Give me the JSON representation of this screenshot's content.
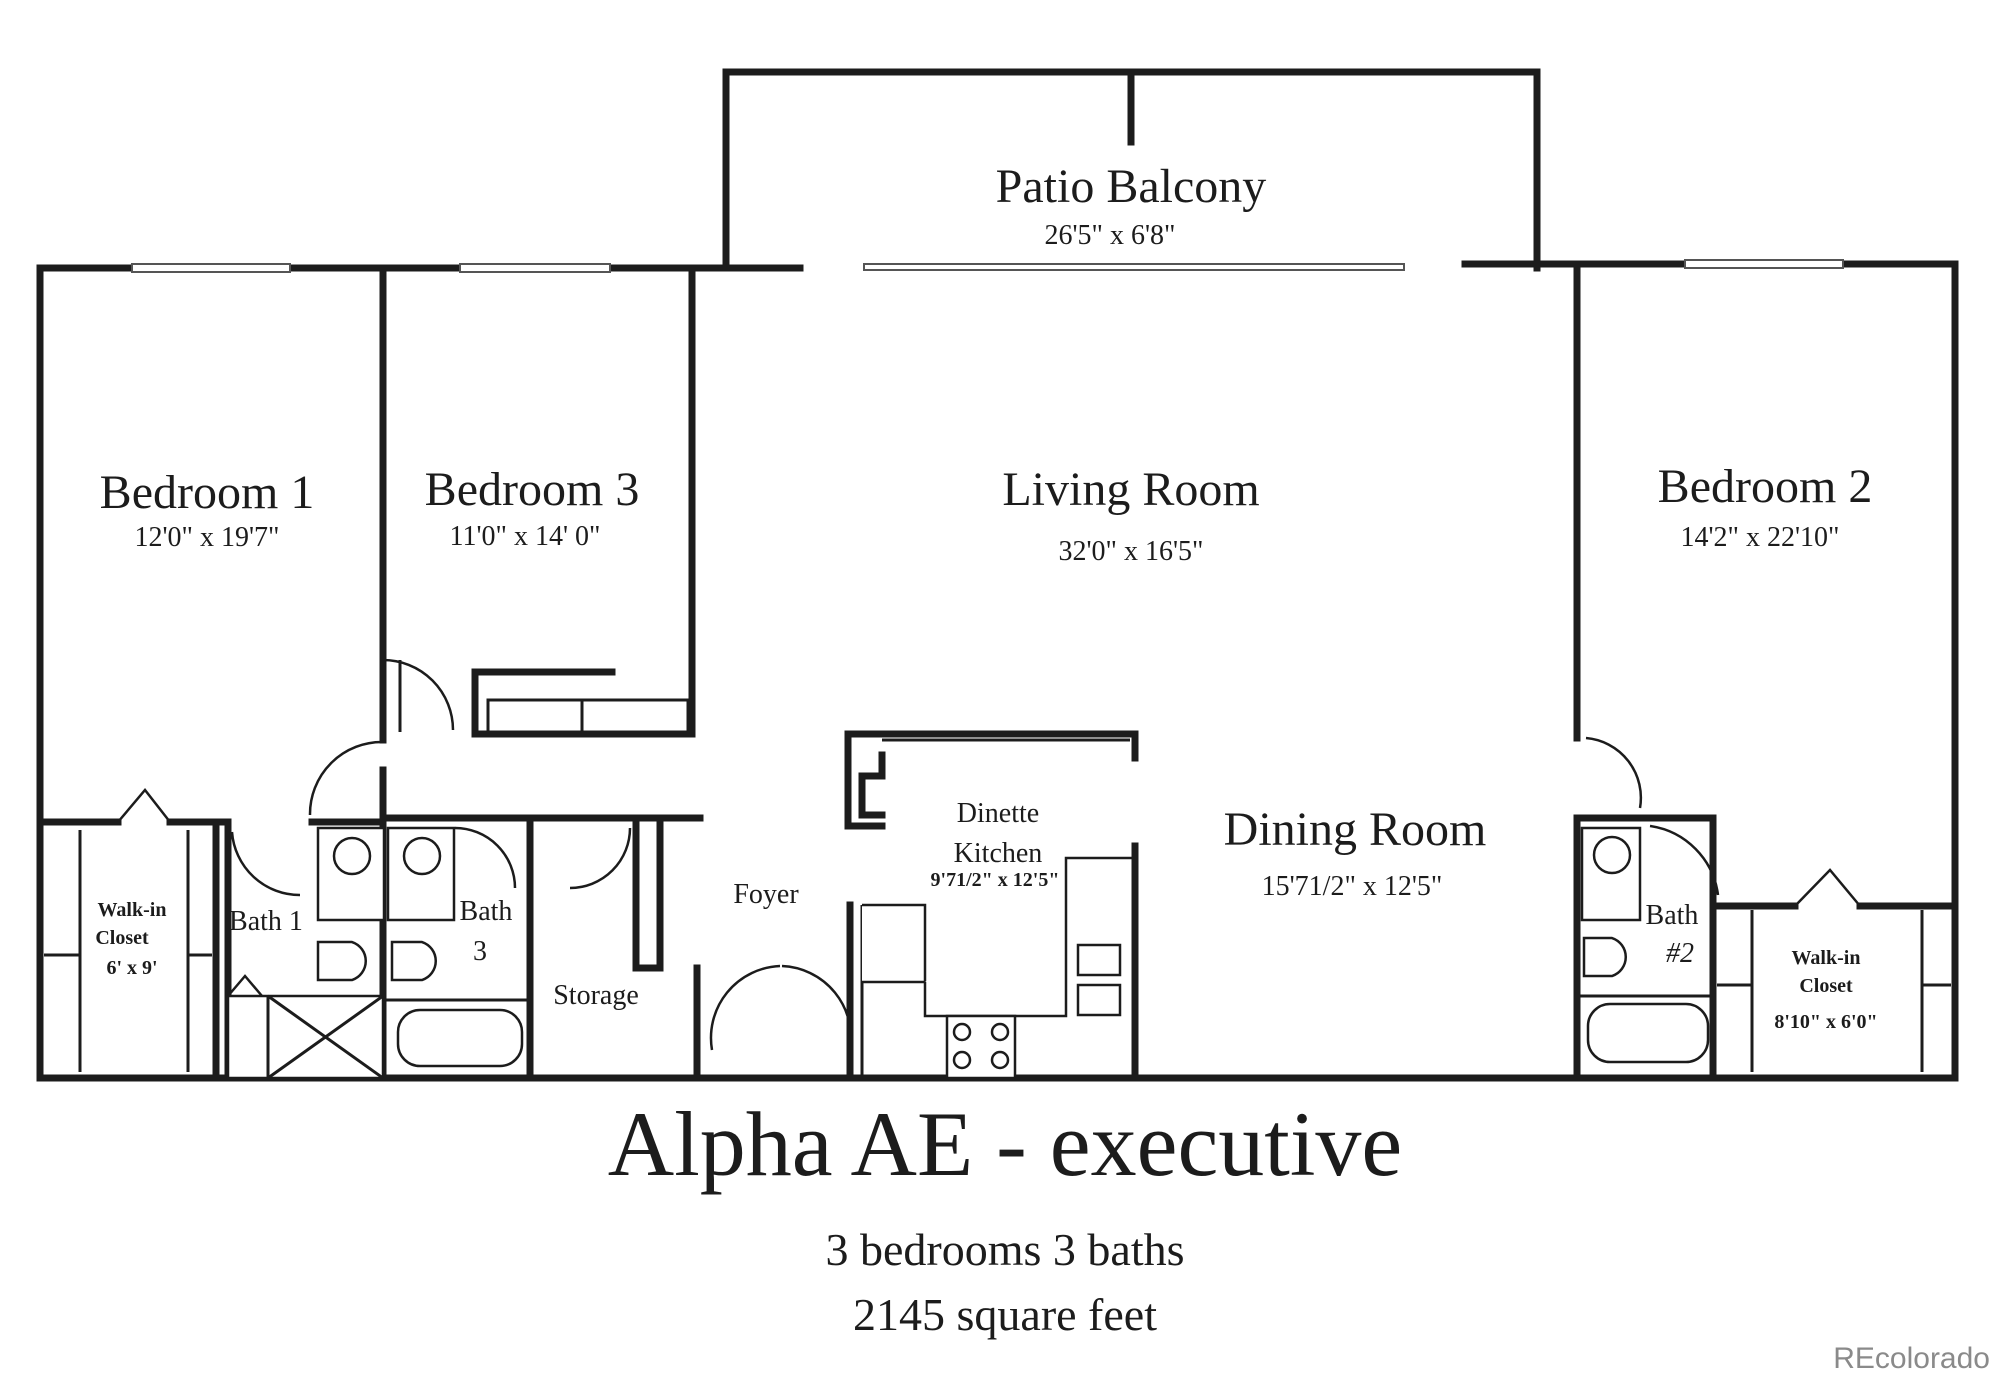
{
  "rooms": {
    "patio": {
      "name": "Patio Balcony",
      "dim": "26'5\" x 6'8\""
    },
    "bedroom1": {
      "name": "Bedroom 1",
      "dim": "12'0\" x 19'7\""
    },
    "bedroom3": {
      "name": "Bedroom 3",
      "dim": "11'0\" x 14' 0\""
    },
    "living": {
      "name": "Living Room",
      "dim": "32'0\" x 16'5\""
    },
    "bedroom2": {
      "name": "Bedroom 2",
      "dim": "14'2\" x 22'10\""
    },
    "dinette_kitchen": {
      "name_line1": "Dinette",
      "name_line2": "Kitchen",
      "dim": "9'71/2\" x 12'5\""
    },
    "dining": {
      "name": "Dining Room",
      "dim": "15'71/2\" x 12'5\""
    },
    "walkin1": {
      "line1": "Walk-in",
      "line2": "Closet",
      "dim": "6' x 9'"
    },
    "bath1": {
      "name": "Bath 1"
    },
    "bath3": {
      "line1": "Bath",
      "line2": "3"
    },
    "storage": {
      "name": "Storage"
    },
    "foyer": {
      "name": "Foyer"
    },
    "bath2": {
      "line1": "Bath",
      "line2": "#2"
    },
    "walkin2": {
      "line1": "Walk-in",
      "line2": "Closet",
      "dim": "8'10\" x 6'0\""
    }
  },
  "title": "Alpha AE - executive",
  "subtitle_line1": "3 bedrooms 3 baths",
  "subtitle_line2": "2145 square feet",
  "watermark": "REcolorado"
}
